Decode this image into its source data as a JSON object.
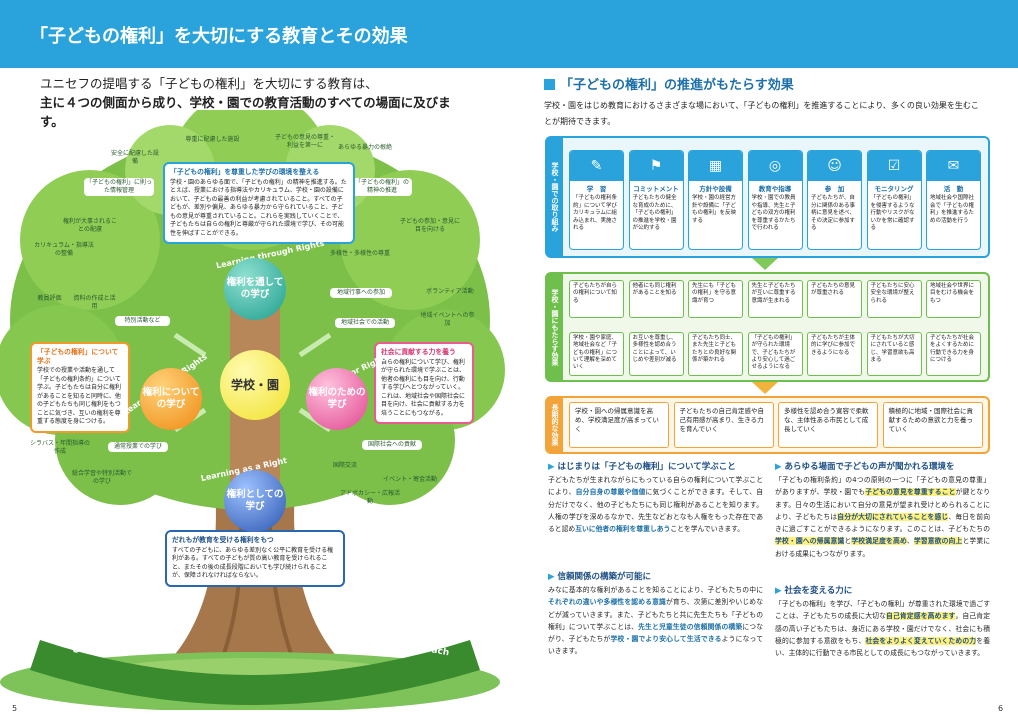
{
  "header": {
    "title": "「子どもの権利」を大切にする教育とその効果"
  },
  "lead": {
    "line1": "ユニセフの提唱する「子どもの権利」を大切にする教育は、",
    "line2": "主に４つの側面から成り、学校・園での教育活動のすべての場面に及びます。"
  },
  "tree": {
    "leaves": [
      "安全に配慮した設備",
      "尊重に配慮した施設",
      "子どもの意見の尊重・利益を第一に",
      "あらゆる暴力の根絶",
      "「子どもの権利」に則った情報管理",
      "「子どもの権利」の精神の推進",
      "権利が大事されることの配慮",
      "子どもの参加・意見に目を向ける",
      "カリキュラム・指導法の整備",
      "多様性・多様性の尊重",
      "教員評価",
      "資料の作成と活用",
      "特別活動など",
      "ボランティア活動",
      "地域行事への参加",
      "地域社会での活動",
      "地域イベントへの参加",
      "シラバス・年間指導の作成",
      "通常授業での学び",
      "総合学習や特別活動での学び",
      "国際社会への貢献",
      "国際交流",
      "イベント・寄金活動",
      "アドボカシー・広報活動"
    ],
    "box_top": {
      "title": "「子どもの権利」を尊重した学びの環境を整える",
      "body": "学校・園のあらゆる面で、「子どもの権利」の精神を推進する。たとえば、授業における指導法やカリキュラム、学校・園の設備において、子どもの最善の利益が考慮されていること。すべての子どもが、差別や偏見、あらゆる暴力から守られていること、子どもの意見が尊重されていること。これらを実践していくことで、子どもたちは自らの権利と尊厳が守られた環境で学び、その可能性を伸ばすことができる。"
    },
    "box_left": {
      "title": "「子どもの権利」について学ぶ",
      "body": "学校での授業や活動を通して「子どもの権利条約」について学ぶ。子どもたちは自分に権利があることを知ると同時に、他の子どもたちも同じ権利をもつことに気づき、互いの権利を尊重する態度を身につける。"
    },
    "box_right": {
      "title": "社会に貢献する力を養う",
      "body": "自らの権利について学び、権利が守られた環境で学ぶことは、他者の権利にも目を向け、行動する学びへとつながっていく。これは、地域社会や国際社会に目を向け、社会に貢献する力を培うことにもつながる。"
    },
    "box_bottom": {
      "title": "だれもが教育を受ける権利をもつ",
      "body": "すべての子どもに、あらゆる差別なく公平に教育を受ける権利がある。すべての子どもが質の高い教育を受けられること、またその後の成長段階においても学び続けられることが、保障されなければならない。"
    },
    "balls": {
      "center": "学校・園",
      "top": "権利を通しての学び",
      "left": "権利についての学び",
      "right": "権利のための学び",
      "bottom": "権利としての学び"
    },
    "arc_labels": {
      "top": "Learning through Rights",
      "left": "Learning about Rights",
      "right": "Learning for Rights",
      "bottom": "Learning as a Right"
    },
    "ribbon_left": "Child Rights Education",
    "ribbon_right": "Whole School Approach"
  },
  "pages": {
    "left": "5",
    "right": "6"
  },
  "right": {
    "title": "「子どもの権利」の推進がもたらす効果",
    "intro": "学校・園をはじめ教育におけるさまざまな場において、「子どもの権利」を推進することにより、多くの良い効果を生むことが期待できます。",
    "row_labels": [
      "学校・園での取り組み",
      "学校・園にもたらす効果",
      "長期的な効果"
    ],
    "actions": [
      {
        "title": "学　習",
        "body": "「子どもの権利条約」について学びカリキュラムに組み込まれ、実施される"
      },
      {
        "title": "コミットメント",
        "body": "子どもたちの健全な育成のために、「子どもの権利」の推進を学校・園が公約する"
      },
      {
        "title": "方針や設備",
        "body": "学校・園の経営方針や設備に「子どもの権利」を反映する"
      },
      {
        "title": "教育や指導",
        "body": "学校・園での教員や指導、先生と子どもの双方の権利を尊重するかたちで行われる"
      },
      {
        "title": "参　加",
        "body": "子どもたちが、自分に関係のある事柄に意見を述べ、その決定に参加する"
      },
      {
        "title": "モニタリング",
        "body": "「子どもの権利」を侵害するような行動やリスクがないかを常に確認する"
      },
      {
        "title": "活　動",
        "body": "地域社会や国際社会で「子どもの権利」を推進するための活動を行う"
      }
    ],
    "effects1": [
      "子どもたちが自らの権利について知る",
      "他者にも同じ権利があることを知る",
      "先生にも「子どもの権利」を守る意識が育つ",
      "先生と子どもたちが互いに尊重する意識が生まれる",
      "子どもたちの意見が尊重される",
      "子どもたちに安心安全な環境が整えられる",
      "地域社会や世界に目をむける機会をもつ"
    ],
    "effects2": [
      "学校・園や家庭、地域社会など「子どもの権利」について理解を深めていく",
      "お互いを尊重し、多様性を認め合うことによって、いじめや差別が減る",
      "子どもたち同士、また先生と子どもたちとの良好な関係が築かれる",
      "「子どもの権利」が守られた環境で、子どもたちがより安心して過ごせるようになる",
      "子どもたちが主体的に学びに参加できるようになる",
      "子どもたちが大切にされていると感じ、学習意欲も高まる",
      "子どもたちが社会をよくするために行動できる力を身につける"
    ],
    "longterm": [
      "学校・園への帰属意識を高め、学校満足度が高まっていく",
      "子どもたちの自己肯定感や自己有用感が高まり、生きる力を育んでいく",
      "多様性を認め合う寛容で柔軟な、主体性ある市民として成長していく",
      "積極的に地域・国際社会に貢献するための意欲と力を養っていく"
    ],
    "s1": {
      "head": "はじまりは「子どもの権利」について学ぶこと",
      "p": [
        "子どもたちが生まれながらにもっている自らの権利について学ぶことにより、",
        "自分自身の尊厳や価値",
        "に気づくことができます。そして、自分だけでなく、他の子どもたちにも同じ権利があることを知ります。人権の学びを深めるなかで、先生などおとなも人権をもった存在であると認め",
        "互いに他者の権利を尊重しあう",
        "ことを学んでいきます。"
      ]
    },
    "s2": {
      "head": "信頼関係の構築が可能に",
      "p": [
        "みなに基本的な権利があることを知ることにより、子どもたちの中に",
        "それぞれの違いや多様性を認める意識",
        "が育ち、次第に差別やいじめなどが減っていきます。また、子どもたちと共に先生たちも「子どもの権利」について学ぶことは、",
        "先生と児童生徒の信頼関係の構築",
        "につながり、子どもたちが",
        "学校・園でより安心して生活できる",
        "ようになっていきます。"
      ]
    },
    "s3": {
      "head": "あらゆる場面で子どもの声が聞かれる環境を",
      "p": [
        "「子どもの権利条約」の4つの原則の一つに「子どもの意見の尊重」がありますが、学校・園でも",
        "子どもの意見を尊重すること",
        "が鍵となります。日々の生活において自分の意見が望まれ受けとめられることにより、子どもたちは",
        "自分が大切にされていることを感じ",
        "、毎日を前向きに過ごすことができるようになります。このことは、子どもたちの",
        "学校・園への帰属意識",
        "と",
        "学校満足度を高め",
        "、",
        "学習意欲の向上",
        "と学業における成果にもつながります。"
      ]
    },
    "s4": {
      "head": "社会を変える力に",
      "p": [
        "「子どもの権利」を学び、「子どもの権利」が尊重された環境で過ごすことは、子どもたちの成長に大切な",
        "自己肯定感を高めます",
        "。自己肯定感の高い子どもたちは、身近にある学校・園だけでなく、社会にも積極的に参加する意欲をもち、",
        "社会をよりよく変えていくための力",
        "を養い、主体的に行動できる市民としての成長にもつながっていきます。"
      ]
    }
  }
}
